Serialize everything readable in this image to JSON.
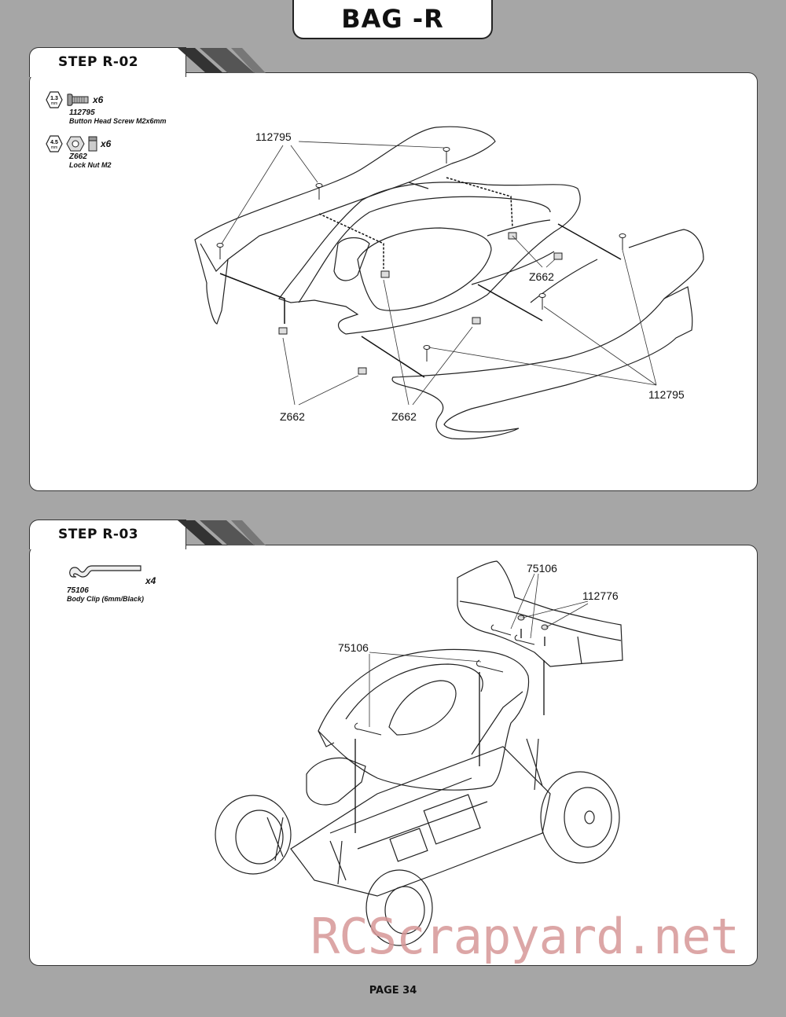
{
  "bag_title": "BAG -R",
  "page": "PAGE 34",
  "watermark": "RCScrapyard.net",
  "step_r02": {
    "label": "STEP R-02",
    "parts": [
      {
        "size": "1.3",
        "size_unit": "mm",
        "qty": "x6",
        "code": "112795",
        "name": "Button Head Screw M2x6mm",
        "icon": "hex-wrench-screw-icon"
      },
      {
        "size": "4.5",
        "size_unit": "mm",
        "qty": "x6",
        "code": "Z662",
        "name": "Lock Nut M2",
        "icon": "lock-nut-icon"
      }
    ],
    "callouts": [
      "112795",
      "Z662",
      "112795",
      "Z662",
      "Z662"
    ]
  },
  "step_r03": {
    "label": "STEP R-03",
    "parts": [
      {
        "qty": "x4",
        "code": "75106",
        "name": "Body Clip (6mm/Black)",
        "icon": "body-clip-icon"
      }
    ],
    "callouts": [
      "75106",
      "112776",
      "75106"
    ]
  },
  "colors": {
    "background": "#a6a6a6",
    "panel": "#ffffff",
    "line": "#333333",
    "stripe": "#333333",
    "watermark": "#d69696"
  }
}
